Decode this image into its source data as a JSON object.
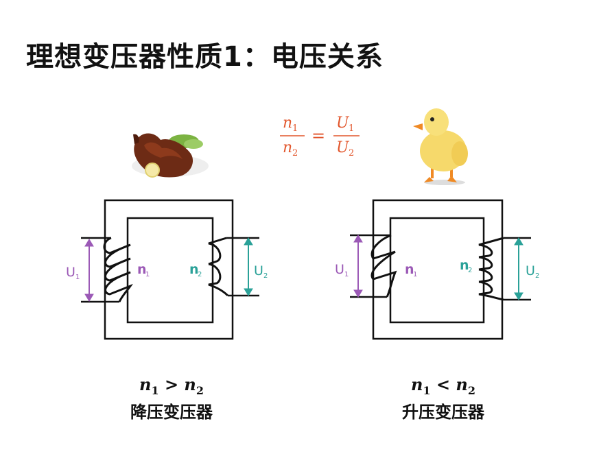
{
  "title": "理想变压器性质1：电压关系",
  "formula": {
    "num_left": "n",
    "num_left_sub": "1",
    "den_left": "n",
    "den_left_sub": "2",
    "equals": "=",
    "num_right": "U",
    "num_right_sub": "1",
    "den_right": "U",
    "den_right_sub": "2",
    "color": "#e2562c"
  },
  "colors": {
    "primary_label": "#9b59b6",
    "secondary_label": "#2aa198",
    "frame": "#111111"
  },
  "left": {
    "image": "roast-duck",
    "u_primary": "U",
    "u_primary_sub": "1",
    "n_primary": "n",
    "n_primary_sub": "1",
    "n_secondary": "n",
    "n_secondary_sub": "2",
    "u_secondary": "U",
    "u_secondary_sub": "2",
    "relation_a": "n",
    "relation_a_sub": "1",
    "relation_op": ">",
    "relation_b": "n",
    "relation_b_sub": "2",
    "name": "降压变压器"
  },
  "right": {
    "image": "duckling",
    "u_primary": "U",
    "u_primary_sub": "1",
    "n_primary": "n",
    "n_primary_sub": "1",
    "n_secondary": "n",
    "n_secondary_sub": "2",
    "u_secondary": "U",
    "u_secondary_sub": "2",
    "relation_a": "n",
    "relation_a_sub": "1",
    "relation_op": "<",
    "relation_b": "n",
    "relation_b_sub": "2",
    "name": "升压变压器"
  }
}
